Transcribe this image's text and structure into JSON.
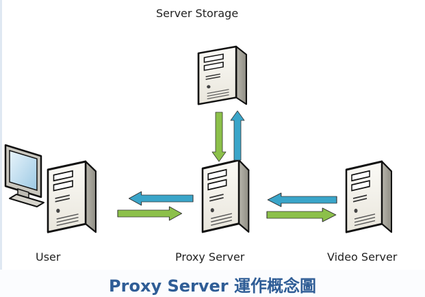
{
  "diagram": {
    "nodes": {
      "storage": {
        "label": "Server Storage",
        "icon": "server-tower-icon"
      },
      "user": {
        "label": "User",
        "icon": "desktop-computer-icon"
      },
      "proxy": {
        "label": "Proxy Server",
        "icon": "server-tower-icon"
      },
      "video": {
        "label": "Video Server",
        "icon": "server-tower-icon"
      }
    },
    "edges": [
      {
        "from": "proxy",
        "to": "storage",
        "color": "#3aa5c9"
      },
      {
        "from": "storage",
        "to": "proxy",
        "color": "#8cc04a"
      },
      {
        "from": "proxy",
        "to": "user",
        "color": "#3aa5c9"
      },
      {
        "from": "user",
        "to": "proxy",
        "color": "#8cc04a"
      },
      {
        "from": "video",
        "to": "proxy",
        "color": "#3aa5c9"
      },
      {
        "from": "proxy",
        "to": "video",
        "color": "#8cc04a"
      }
    ],
    "caption": "Proxy Server 運作概念圖"
  },
  "colors": {
    "blue_arrow": "#3aa5c9",
    "green_arrow": "#8cc04a",
    "caption": "#2f5d96",
    "server_face": "#f6f4ee",
    "server_side": "#a5a39a",
    "server_top": "#dcdad2"
  }
}
